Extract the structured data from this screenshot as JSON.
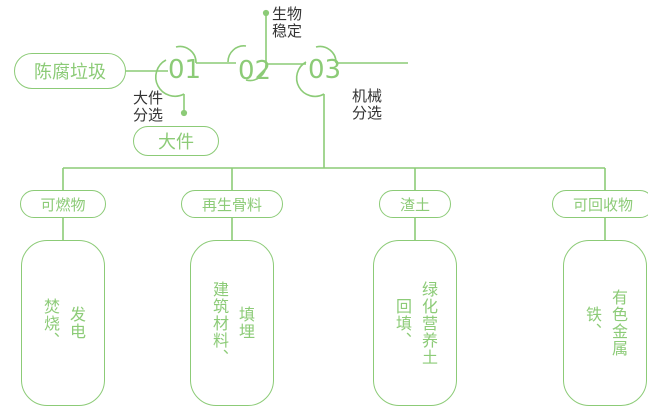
{
  "theme": {
    "accent": "#8CCB77",
    "text_dark": "#333333",
    "background": "#FFFFFF"
  },
  "diagram": {
    "type": "process-flow-tree",
    "source_node": {
      "label": "陈腐垃圾"
    },
    "steps": [
      {
        "number": "01",
        "caption": "大件\n分选",
        "caption_line1": "大件",
        "caption_line2": "分选",
        "output": "大件"
      },
      {
        "number": "02",
        "caption_line1": "生物",
        "caption_line2": "稳定"
      },
      {
        "number": "03",
        "caption_line1": "机械",
        "caption_line2": "分选"
      }
    ],
    "byproduct": {
      "label": "大件"
    },
    "outputs": [
      {
        "category": "可燃物",
        "treatment_lines": [
          "焚烧、",
          "发电"
        ],
        "treatment_col1": "焚烧、",
        "treatment_col2": "发电"
      },
      {
        "category": "再生骨料",
        "treatment_lines": [
          "建筑材料、",
          "填埋"
        ],
        "treatment_col1": "建筑材料、",
        "treatment_col2": "填埋"
      },
      {
        "category": "渣土",
        "treatment_lines": [
          "回填、",
          "绿化营养土"
        ],
        "treatment_col1": "回填、",
        "treatment_col2": "绿化营养土"
      },
      {
        "category": "可回收物",
        "treatment_lines": [
          "铁、",
          "有色金属"
        ],
        "treatment_col1": "铁、",
        "treatment_col2": "有色金属"
      }
    ]
  }
}
